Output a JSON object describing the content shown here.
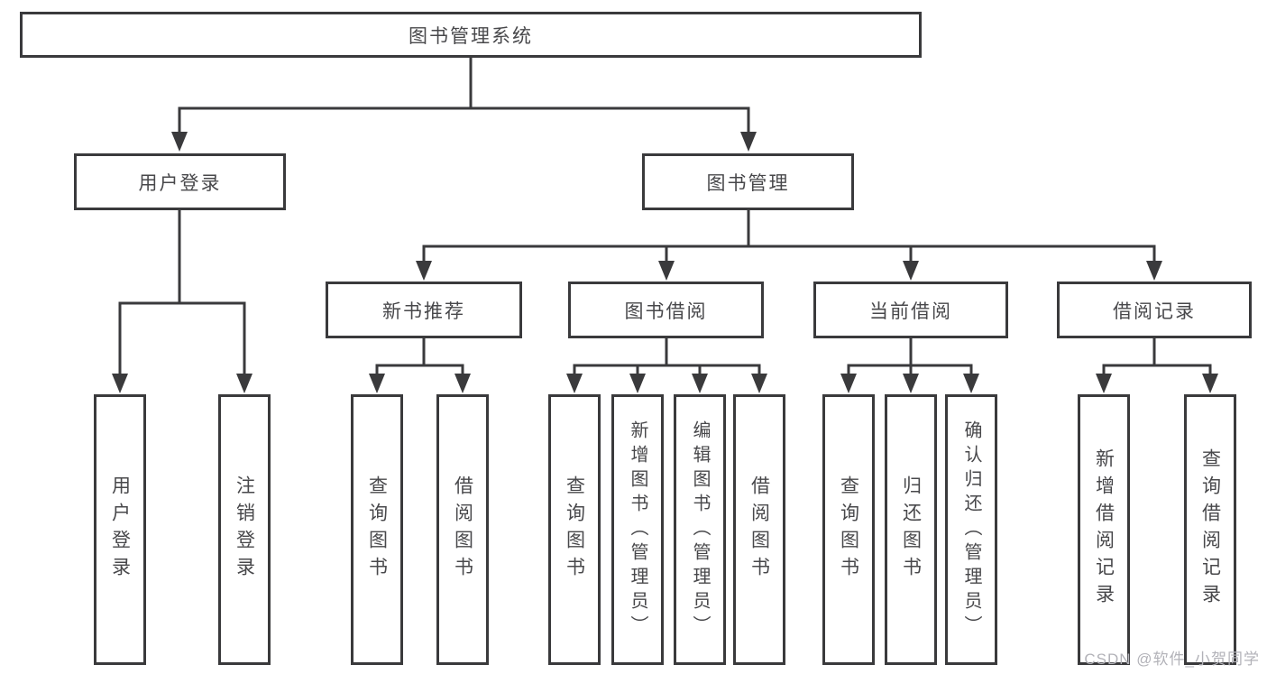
{
  "diagram": {
    "root": {
      "label": "图书管理系统"
    },
    "user_login": {
      "label": "用户登录",
      "children": {
        "login": "用户登录",
        "logout": "注销登录"
      }
    },
    "book_management": {
      "label": "图书管理",
      "new_books": {
        "label": "新书推荐",
        "children": {
          "query": "查询图书",
          "borrow": "借阅图书"
        }
      },
      "borrowing": {
        "label": "图书借阅",
        "children": {
          "query": "查询图书",
          "add": "新增图书（管理员）",
          "edit": "编辑图书（管理员）",
          "borrow": "借阅图书"
        }
      },
      "current": {
        "label": "当前借阅",
        "children": {
          "query": "查询图书",
          "return": "归还图书",
          "confirm": "确认归还（管理员）"
        }
      },
      "records": {
        "label": "借阅记录",
        "children": {
          "add": "新增借阅记录",
          "query": "查询借阅记录"
        }
      }
    },
    "watermark": "CSDN @软件_小贺同学"
  },
  "colors": {
    "line": "#3a3a3c",
    "text": "#48484b",
    "box_background": "#ffffff",
    "watermark": "#b2b2b8"
  }
}
